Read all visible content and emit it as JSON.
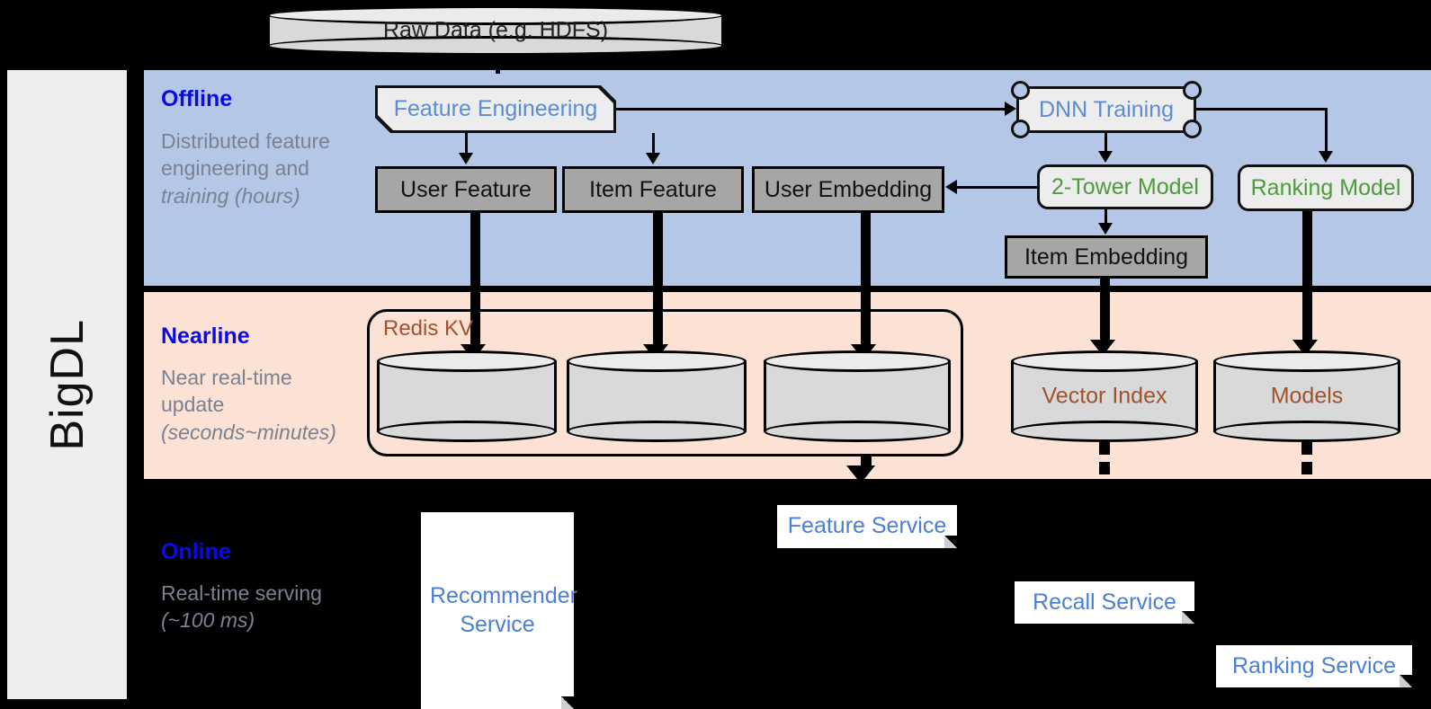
{
  "platform": {
    "name": "BigDL"
  },
  "source": {
    "label": "Raw Data (e.g. HDFS)"
  },
  "stages": [
    {
      "id": "offline",
      "title": "Offline",
      "description": "Distributed feature engineering and",
      "description_emphasis": "training (hours)",
      "band_color": "#b4c7e7"
    },
    {
      "id": "nearline",
      "title": "Nearline",
      "description": "Near real-time update",
      "description_emphasis": "(seconds~minutes)",
      "band_color": "#fbe2d5"
    },
    {
      "id": "online",
      "title": "Online",
      "description": "Real-time serving",
      "description_emphasis": "(~100 ms)",
      "band_color": "#000000"
    }
  ],
  "offline": {
    "feature_engineering": "Feature Engineering",
    "dnn_training": "DNN Training",
    "user_feature": "User Feature",
    "item_feature": "Item Feature",
    "user_embedding": "User Embedding",
    "two_tower_model": "2-Tower Model",
    "ranking_model": "Ranking Model",
    "item_embedding": "Item Embedding"
  },
  "nearline": {
    "redis_label": "Redis KV",
    "stores": [
      "",
      "",
      ""
    ],
    "vector_index": "Vector Index",
    "models": "Models"
  },
  "online": {
    "recommender_service": "Recommender Service",
    "feature_service": "Feature Service",
    "recall_service": "Recall Service",
    "ranking_service": "Ranking Service"
  },
  "colors": {
    "stage_title": "#0a0ae6",
    "stage_sub": "#7b8190",
    "blue_text": "#5b8cd6",
    "green_text": "#4e9a3e",
    "brown_text": "#a0522d",
    "gray_fill": "#a6a6a6",
    "light_fill": "#ededed",
    "offline_band": "#b4c7e7",
    "nearline_band": "#fbe2d5"
  }
}
